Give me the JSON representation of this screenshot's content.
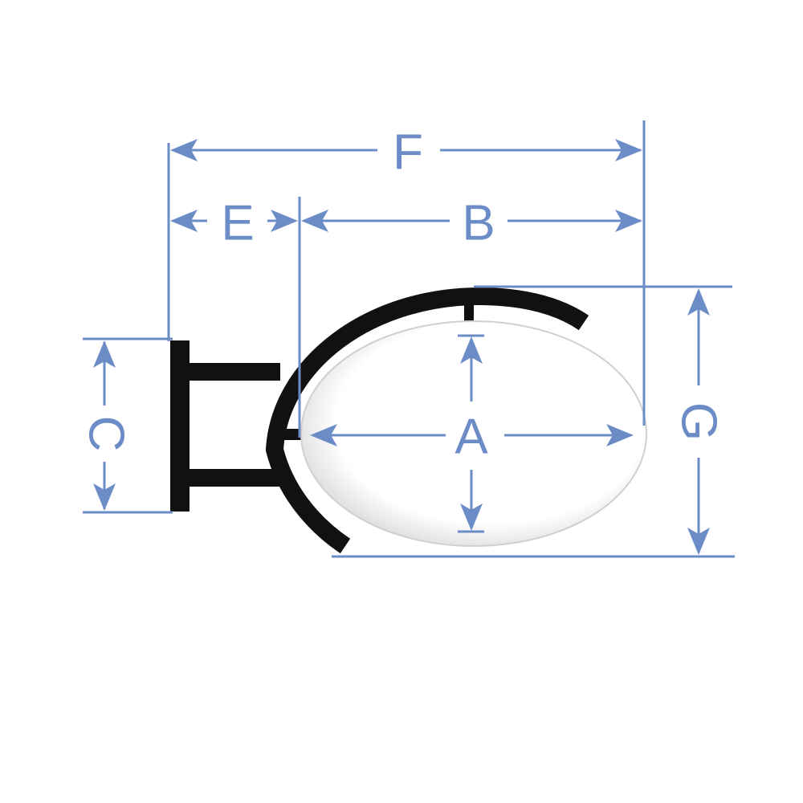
{
  "diagram": {
    "labels": {
      "A": "A",
      "B": "B",
      "C": "C",
      "E": "E",
      "F": "F",
      "G": "G"
    },
    "colors": {
      "dimension": "#6b8cc7",
      "bracket": "#111111",
      "panel": "#ffffff"
    }
  }
}
